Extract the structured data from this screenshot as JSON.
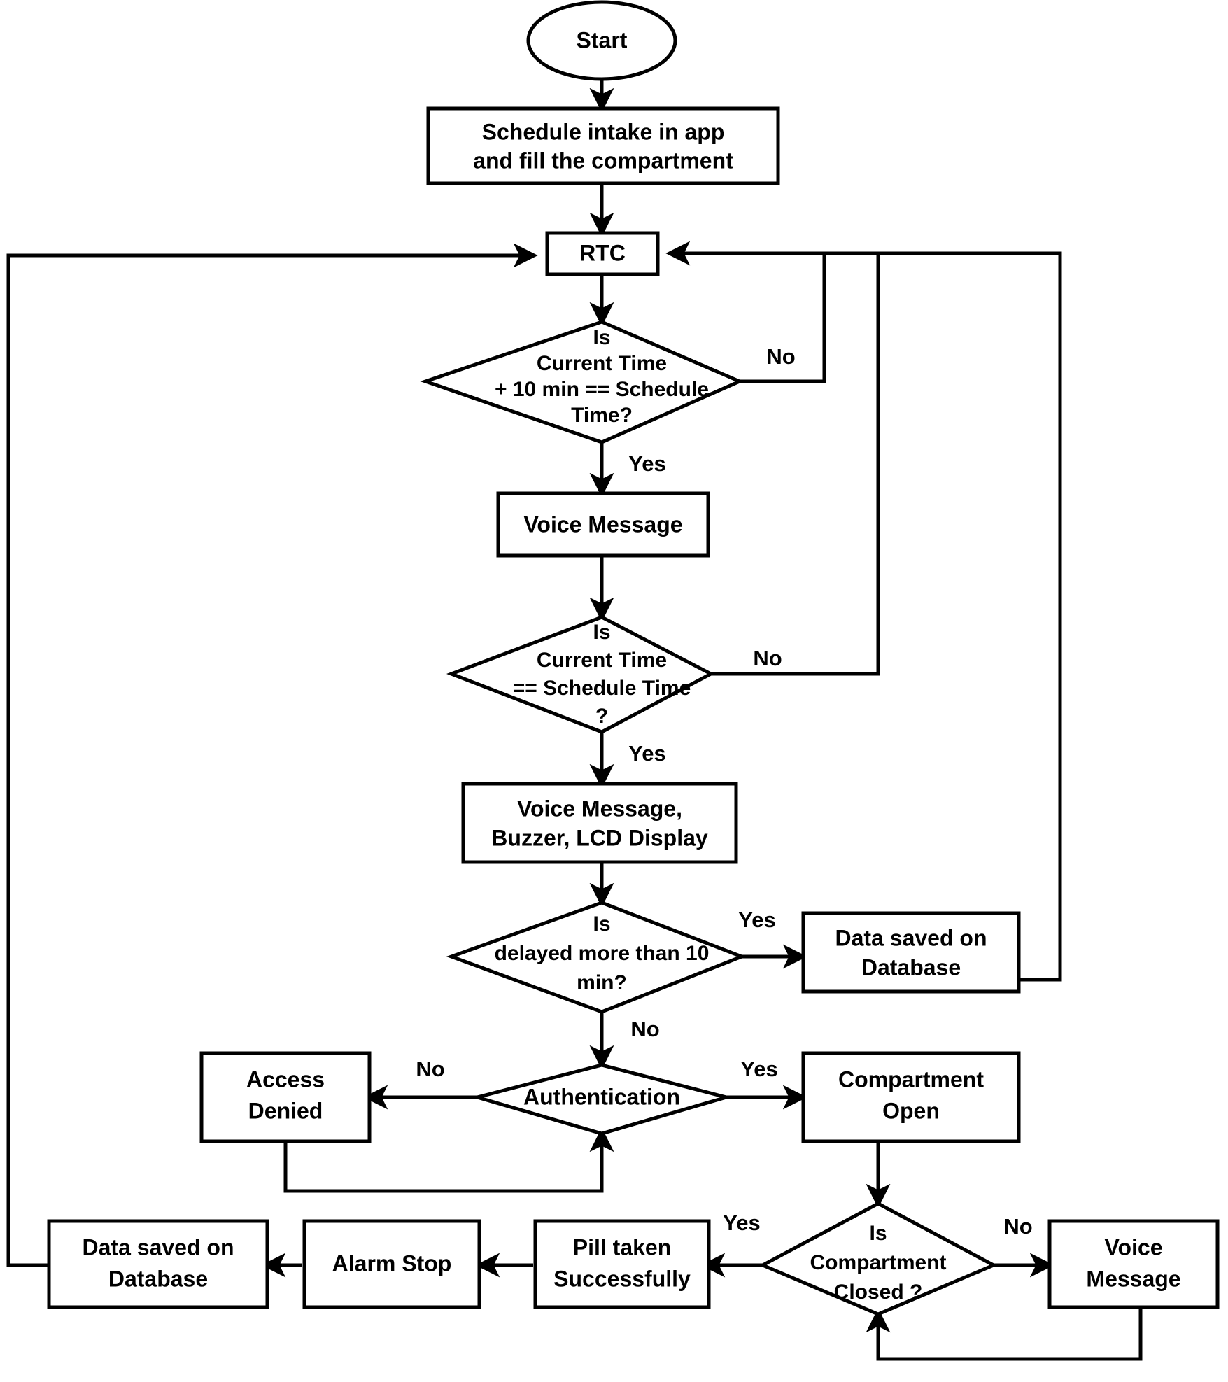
{
  "diagram": {
    "type": "flowchart",
    "title": "Smart pill dispenser operation flowchart",
    "background_color": "#ffffff",
    "line_color": "#000000",
    "text_color": "#000000",
    "nodes": [
      {
        "id": "start",
        "shape": "ellipse",
        "lines": [
          "Start"
        ]
      },
      {
        "id": "schedule",
        "shape": "process",
        "lines": [
          "Schedule intake in app",
          "and fill the compartment"
        ]
      },
      {
        "id": "rtc",
        "shape": "process",
        "lines": [
          "RTC"
        ]
      },
      {
        "id": "dec_pre10",
        "shape": "decision",
        "lines": [
          "Is",
          "Current Time",
          "+ 10 min == Schedule",
          "Time?"
        ]
      },
      {
        "id": "voice1",
        "shape": "process",
        "lines": [
          "Voice Message"
        ]
      },
      {
        "id": "dec_exact",
        "shape": "decision",
        "lines": [
          "Is",
          "Current Time",
          "== Schedule Time",
          "?"
        ]
      },
      {
        "id": "alerts",
        "shape": "process",
        "lines": [
          "Voice Message,",
          "Buzzer, LCD Display"
        ]
      },
      {
        "id": "dec_delay",
        "shape": "decision",
        "lines": [
          "Is",
          "delayed more than 10",
          "min?"
        ]
      },
      {
        "id": "db_delay",
        "shape": "process",
        "lines": [
          "Data saved on",
          "Database"
        ]
      },
      {
        "id": "dec_auth",
        "shape": "decision",
        "lines": [
          "Authentication"
        ]
      },
      {
        "id": "denied",
        "shape": "process",
        "lines": [
          "Access",
          "Denied"
        ]
      },
      {
        "id": "comp_open",
        "shape": "process",
        "lines": [
          "Compartment",
          "Open"
        ]
      },
      {
        "id": "dec_closed",
        "shape": "decision",
        "lines": [
          "Is",
          "Compartment",
          "Closed ?"
        ]
      },
      {
        "id": "voice2",
        "shape": "process",
        "lines": [
          "Voice",
          "Message"
        ]
      },
      {
        "id": "pill_taken",
        "shape": "process",
        "lines": [
          "Pill taken",
          "Successfully"
        ]
      },
      {
        "id": "alarm_stop",
        "shape": "process",
        "lines": [
          "Alarm Stop"
        ]
      },
      {
        "id": "db_final",
        "shape": "process",
        "lines": [
          "Data saved on",
          "Database"
        ]
      }
    ],
    "edge_labels": [
      {
        "id": "no_pre10",
        "text": "No",
        "from": "dec_pre10",
        "to": "rtc"
      },
      {
        "id": "yes_pre10",
        "text": "Yes",
        "from": "dec_pre10",
        "to": "voice1"
      },
      {
        "id": "no_exact",
        "text": "No",
        "from": "dec_exact",
        "to": "rtc"
      },
      {
        "id": "yes_exact",
        "text": "Yes",
        "from": "dec_exact",
        "to": "alerts"
      },
      {
        "id": "yes_delay",
        "text": "Yes",
        "from": "dec_delay",
        "to": "db_delay"
      },
      {
        "id": "no_delay",
        "text": "No",
        "from": "dec_delay",
        "to": "dec_auth"
      },
      {
        "id": "no_auth",
        "text": "No",
        "from": "dec_auth",
        "to": "denied"
      },
      {
        "id": "yes_auth",
        "text": "Yes",
        "from": "dec_auth",
        "to": "comp_open"
      },
      {
        "id": "yes_closed",
        "text": "Yes",
        "from": "dec_closed",
        "to": "pill_taken"
      },
      {
        "id": "no_closed",
        "text": "No",
        "from": "dec_closed",
        "to": "voice2"
      }
    ]
  }
}
